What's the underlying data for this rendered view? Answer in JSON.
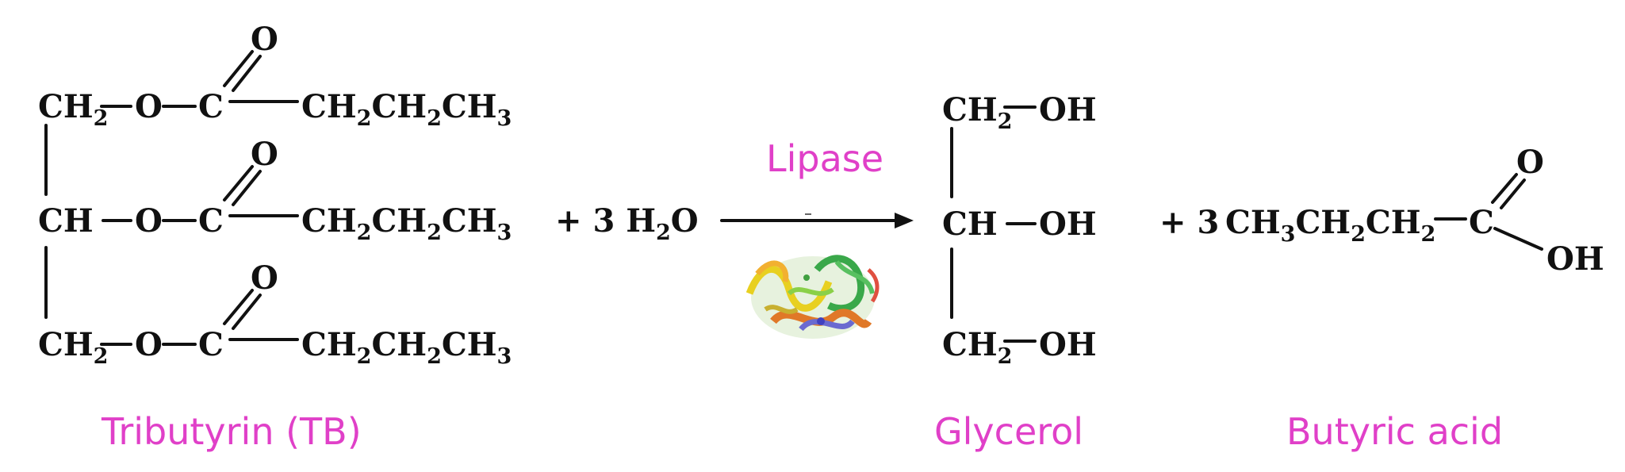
{
  "reaction": {
    "reactant": {
      "name": "Tributyrin (TB)",
      "backbone": [
        "CH",
        "CH",
        "CH"
      ],
      "backbone_subscripts": [
        "2",
        "",
        "2"
      ],
      "ester_o": "O",
      "carbonyl_c": "C",
      "carbonyl_o": "O",
      "chain_parts": [
        "CH",
        "2",
        "CH",
        "2",
        "CH",
        "3"
      ]
    },
    "reagent": {
      "coefficient": "+ 3 H",
      "subscript": "2",
      "tail": "O"
    },
    "catalyst": {
      "label": "Lipase",
      "icon": "lipase-protein-structure-icon"
    },
    "product_1": {
      "name": "Glycerol",
      "rows": [
        "CH",
        "CH",
        "CH"
      ],
      "row_subscripts": [
        "2",
        "",
        "2"
      ],
      "hydroxyl": "OH"
    },
    "product_2": {
      "name": "Butyric acid",
      "coefficient": "+ 3",
      "chain_parts": [
        "CH",
        "3",
        "CH",
        "2",
        "CH",
        "2"
      ],
      "carbonyl_c": "C",
      "carbonyl_o": "O",
      "hydroxyl": "OH"
    }
  },
  "colors": {
    "label": "#e040c8",
    "ink": "#111111"
  }
}
